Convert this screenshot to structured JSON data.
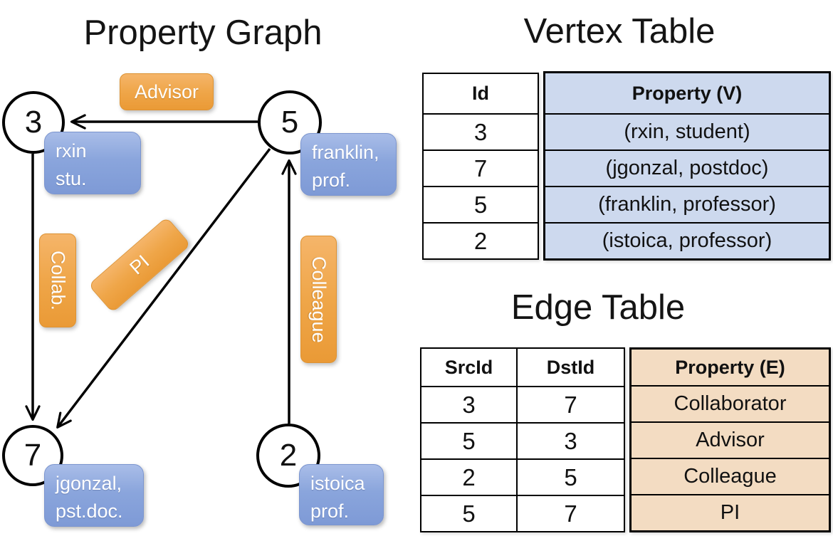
{
  "graph": {
    "title": "Property Graph",
    "nodes": [
      {
        "id": "3",
        "line1": "rxin",
        "line2": "stu."
      },
      {
        "id": "5",
        "line1": "franklin,",
        "line2": "prof."
      },
      {
        "id": "7",
        "line1": "jgonzal,",
        "line2": "pst.doc."
      },
      {
        "id": "2",
        "line1": "istoica",
        "line2": "prof."
      }
    ],
    "edge_labels": {
      "advisor": "Advisor",
      "collab": "Collab.",
      "pi": "PI",
      "colleague": "Colleague"
    }
  },
  "vertex_table": {
    "title": "Vertex Table",
    "col_id": "Id",
    "col_property": "Property (V)",
    "rows": [
      {
        "id": "3",
        "property": "(rxin, student)"
      },
      {
        "id": "7",
        "property": "(jgonzal, postdoc)"
      },
      {
        "id": "5",
        "property": "(franklin, professor)"
      },
      {
        "id": "2",
        "property": "(istoica, professor)"
      }
    ]
  },
  "edge_table": {
    "title": "Edge Table",
    "col_src": "SrcId",
    "col_dst": "DstId",
    "col_property": "Property (E)",
    "rows": [
      {
        "src": "3",
        "dst": "7",
        "property": "Collaborator"
      },
      {
        "src": "5",
        "dst": "3",
        "property": "Advisor"
      },
      {
        "src": "2",
        "dst": "5",
        "property": "Colleague"
      },
      {
        "src": "5",
        "dst": "7",
        "property": "PI"
      }
    ]
  },
  "colors": {
    "edge_label_orange": "#EA9A36",
    "node_box_blue": "#8AA5DC",
    "vertex_table_fill": "#CDD9EE",
    "edge_table_fill": "#F3DCC2",
    "line": "#000000"
  }
}
